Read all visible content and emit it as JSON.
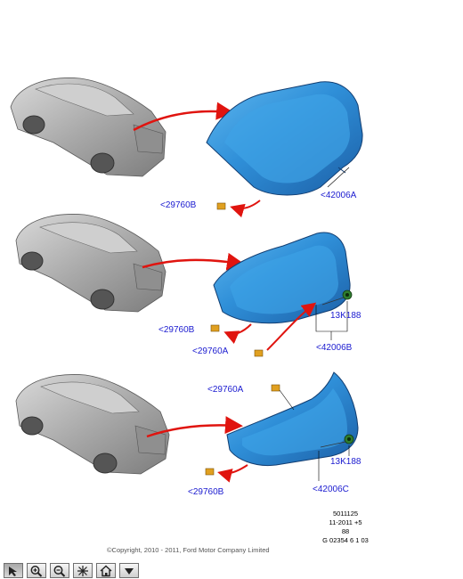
{
  "diagram": {
    "panel1": {
      "glass_label": "<42006A",
      "clip_label": "<29760B"
    },
    "panel2": {
      "clip_b_label": "<29760B",
      "clip_a_label": "<29760A",
      "bracket_label": "13K188",
      "glass_label": "<42006B"
    },
    "panel3": {
      "clip_a_label": "<29760A",
      "clip_b_label": "<29760B",
      "bracket_label": "13K188",
      "glass_label": "<42006C"
    },
    "reference_code": {
      "line1": "5011125",
      "line2": "11-2011 +5",
      "line3": "88",
      "line4": "G 02354 6 1 03"
    },
    "copyright": "©Copyright, 2010 - 2011, Ford Motor Company Limited"
  },
  "colors": {
    "glass_blue": "#2f8fd8",
    "glass_dark": "#1c5fa6",
    "arrow_red": "#e0140f",
    "label_blue": "#1b1bd0",
    "clip_orange": "#e0a020",
    "bracket_green": "#2f7d2f"
  },
  "toolbar": {
    "buttons": [
      {
        "icon": "select-icon"
      },
      {
        "icon": "zoom-in-icon"
      },
      {
        "icon": "zoom-out-icon"
      },
      {
        "icon": "fit-icon"
      },
      {
        "icon": "home-icon"
      },
      {
        "icon": "dropdown-icon"
      }
    ]
  }
}
